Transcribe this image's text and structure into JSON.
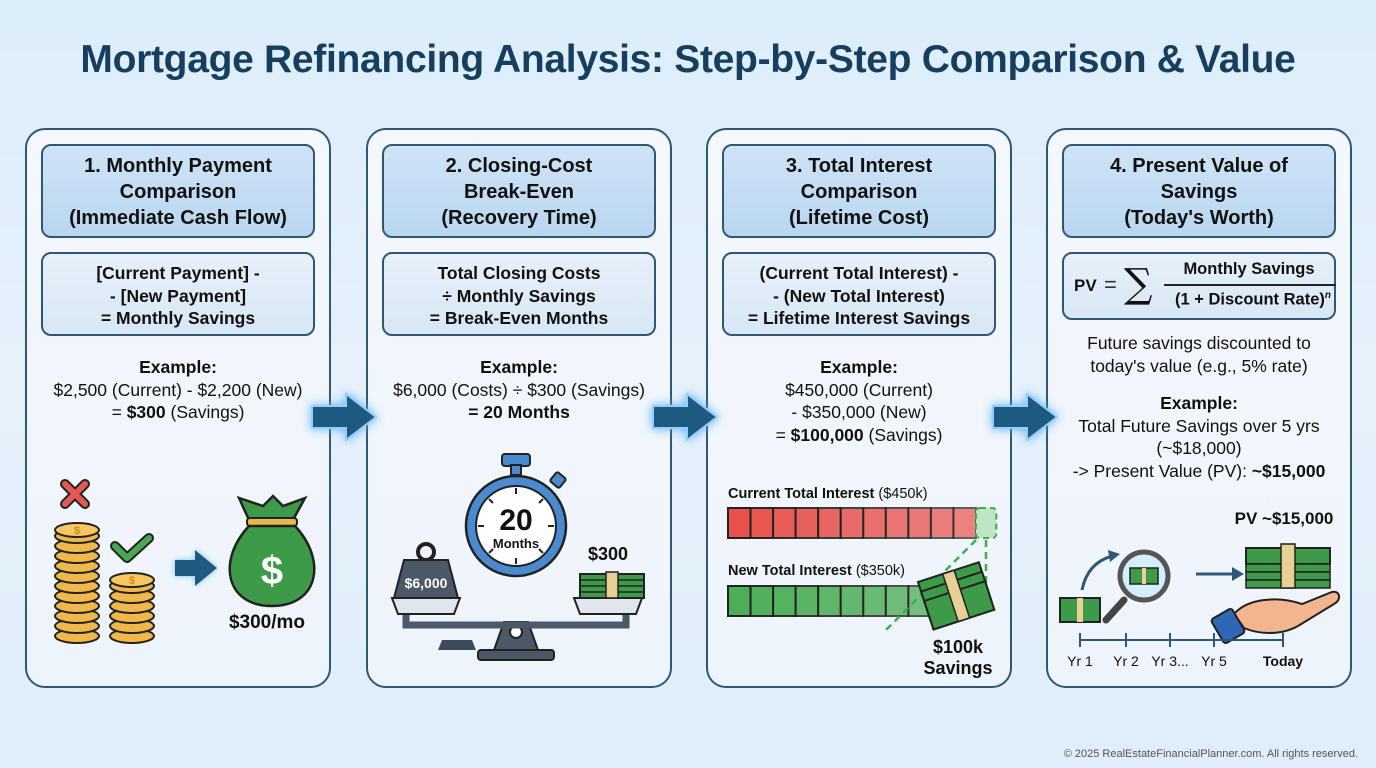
{
  "title": "Mortgage Refinancing Analysis: Step-by-Step Comparison & Value",
  "panels": [
    {
      "heading": [
        "1. Monthly Payment",
        "Comparison",
        "(Immediate Cash Flow)"
      ],
      "formula": [
        "[Current Payment] -",
        "- [New Payment]",
        "= Monthly Savings"
      ],
      "example_label": "Example:",
      "example_lines": [
        "$2,500 (Current) - $2,200 (New)"
      ],
      "example_result_prefix": "= ",
      "example_result_bold": "$300",
      "example_result_suffix": " (Savings)",
      "illustration": {
        "icons": [
          "red-x-icon",
          "coin-stack-tall-icon",
          "green-check-icon",
          "coin-stack-short-icon",
          "arrow-right-icon",
          "money-bag-icon"
        ],
        "caption": "$300/mo"
      }
    },
    {
      "heading": [
        "2. Closing-Cost",
        "Break-Even",
        "(Recovery Time)"
      ],
      "formula": [
        "Total Closing Costs",
        "÷ Monthly Savings",
        "= Break-Even Months"
      ],
      "example_label": "Example:",
      "example_lines": [
        "$6,000 (Costs) ÷ $300 (Savings)"
      ],
      "example_result_prefix": "",
      "example_result_bold": "= 20 Months",
      "example_result_suffix": "",
      "illustration": {
        "weight_label": "$6,000",
        "timer_number": "20",
        "timer_unit": "Months",
        "cash_label": "$300"
      }
    },
    {
      "heading": [
        "3. Total Interest",
        "Comparison",
        "(Lifetime Cost)"
      ],
      "formula": [
        "(Current Total Interest) -",
        "- (New Total Interest)",
        "= Lifetime Interest Savings"
      ],
      "example_label": "Example:",
      "example_lines": [
        "$450,000 (Current)",
        "- $350,000 (New)"
      ],
      "example_result_prefix": "= ",
      "example_result_bold": "$100,000",
      "example_result_suffix": " (Savings)",
      "illustration": {
        "bars": [
          {
            "label_bold": "Current Total Interest",
            "label_light": " ($450k)",
            "value": 450,
            "color": "#e8524d"
          },
          {
            "label_bold": "New Total Interest",
            "label_light": " ($350k)",
            "value": 350,
            "color": "#4cae56"
          }
        ],
        "savings_line1": "$100k",
        "savings_line2": "Savings"
      }
    },
    {
      "heading": [
        "4. Present Value of",
        "Savings",
        "(Today's Worth)"
      ],
      "formula_pv": "PV",
      "formula_eq": "=",
      "formula_sigma": "∑",
      "formula_numerator": "Monthly Savings",
      "formula_denominator": "(1 + Discount Rate)",
      "formula_exponent": "n",
      "note": [
        "Future savings discounted to",
        "today's value (e.g., 5% rate)"
      ],
      "example_label": "Example:",
      "example_lines": [
        "Total Future Savings over 5 yrs",
        "(~$18,000)"
      ],
      "example_result_prefix": "-> Present Value (PV): ",
      "example_result_bold": "~$15,000",
      "example_result_suffix": "",
      "illustration": {
        "pv_label": "PV ~$15,000",
        "timeline": [
          "Yr 1",
          "Yr 2",
          "Yr 3...",
          "Yr 5",
          "Today"
        ]
      }
    }
  ],
  "colors": {
    "title": "#163f5f",
    "border": "#2f5876",
    "red": "#e8524d",
    "green": "#4cae56",
    "arrow": "#1e5a80"
  },
  "footer": "© 2025 RealEstateFinancialPlanner.com. All rights reserved."
}
